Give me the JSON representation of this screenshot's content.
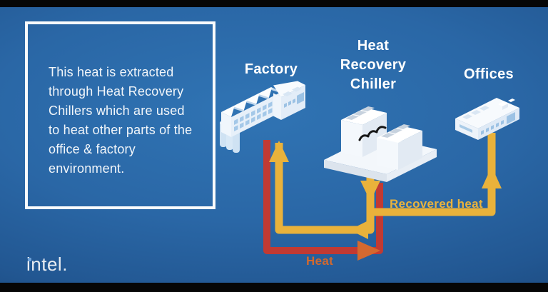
{
  "caption": {
    "text": "This heat is extracted\nthrough Heat Recovery\nChillers which are used\nto heat other parts of the\noffice & factory\nenvironment."
  },
  "diagram": {
    "factory_label": "Factory",
    "chiller_label": "Heat\nRecovery\nChiller",
    "offices_label": "Offices",
    "heat_flow_label": "Heat",
    "recovered_flow_label": "Recovered heat"
  },
  "colors": {
    "background_center": "#3074B4",
    "background_edge": "#163C68",
    "heat_line": "#C13A33",
    "heat_arrow": "#D4692F",
    "heat_label": "#D2692F",
    "recovered_line": "#E9B23B",
    "recovered_label": "#E9B33C"
  },
  "brand": {
    "logo_text": "intel."
  }
}
